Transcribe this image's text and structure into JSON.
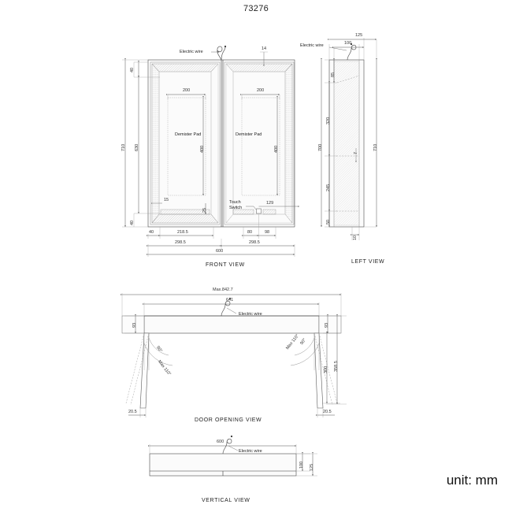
{
  "document": {
    "title": "73276",
    "unit_label": "unit: mm"
  },
  "views": {
    "front": {
      "label": "FRONT VIEW",
      "notes": {
        "electric_wire": "Electric wire",
        "demister_pad_left": "Demister Pad",
        "demister_pad_right": "Demister Pad",
        "touch_switch": "Touch\nSwitch",
        "touch_switch_line1": "Touch",
        "touch_switch_line2": "Switch"
      },
      "dimensions": {
        "overall_width": "600",
        "panel_left_width": "298.5",
        "panel_right_width": "298.5",
        "height_overall": "710",
        "height_inner": "630",
        "top_offset": "40",
        "bottom_offset": "40",
        "thickness_callout": "14",
        "demister_width_left": "200",
        "demister_width_right": "200",
        "demister_height_left": "400",
        "demister_height_right": "400",
        "bevel_width": "15",
        "bottom_strip_height": "25",
        "left_edge_offset": "40",
        "left_inner_width": "218.5",
        "switch_offset": "80",
        "switch_to_edge": "98",
        "switch_height": "129"
      }
    },
    "left": {
      "label": "LEFT VIEW",
      "notes": {
        "electric_wire": "Electric wire"
      },
      "dimensions": {
        "depth_total": "125",
        "depth_inner": "100",
        "top_segment": "85",
        "mid_segment": "320",
        "lower_segment": "245",
        "bottom_segment": "50",
        "height_inner": "700",
        "height_overall": "710",
        "foot_depth": "10",
        "shelf_callout": "7"
      }
    },
    "door_opening": {
      "label": "DOOR  OPENING  VIEW",
      "notes": {
        "electric_wire": "Electric wire"
      },
      "dimensions": {
        "max_span": "Max.842.7",
        "cabinet_width": "641",
        "body_depth_left": "93",
        "body_depth_right": "93",
        "angle_left_90": "90°",
        "angle_left_max": "Max 110°",
        "angle_right_90": "90°",
        "angle_right_max": "Max 110°",
        "door_thickness_left": "20.5",
        "door_thickness_right": "20.5",
        "swing_depth": "300",
        "swing_depth_total": "358.5"
      }
    },
    "vertical": {
      "label": "VERTICAL VIEW",
      "notes": {
        "electric_wire": "Electric wire"
      },
      "dimensions": {
        "width": "600",
        "depth_inner": "100",
        "depth_total": "125"
      }
    }
  },
  "colors": {
    "line": "#3a3a3a",
    "thin_line": "#777777",
    "text": "#1a1a1a",
    "background": "#ffffff"
  }
}
